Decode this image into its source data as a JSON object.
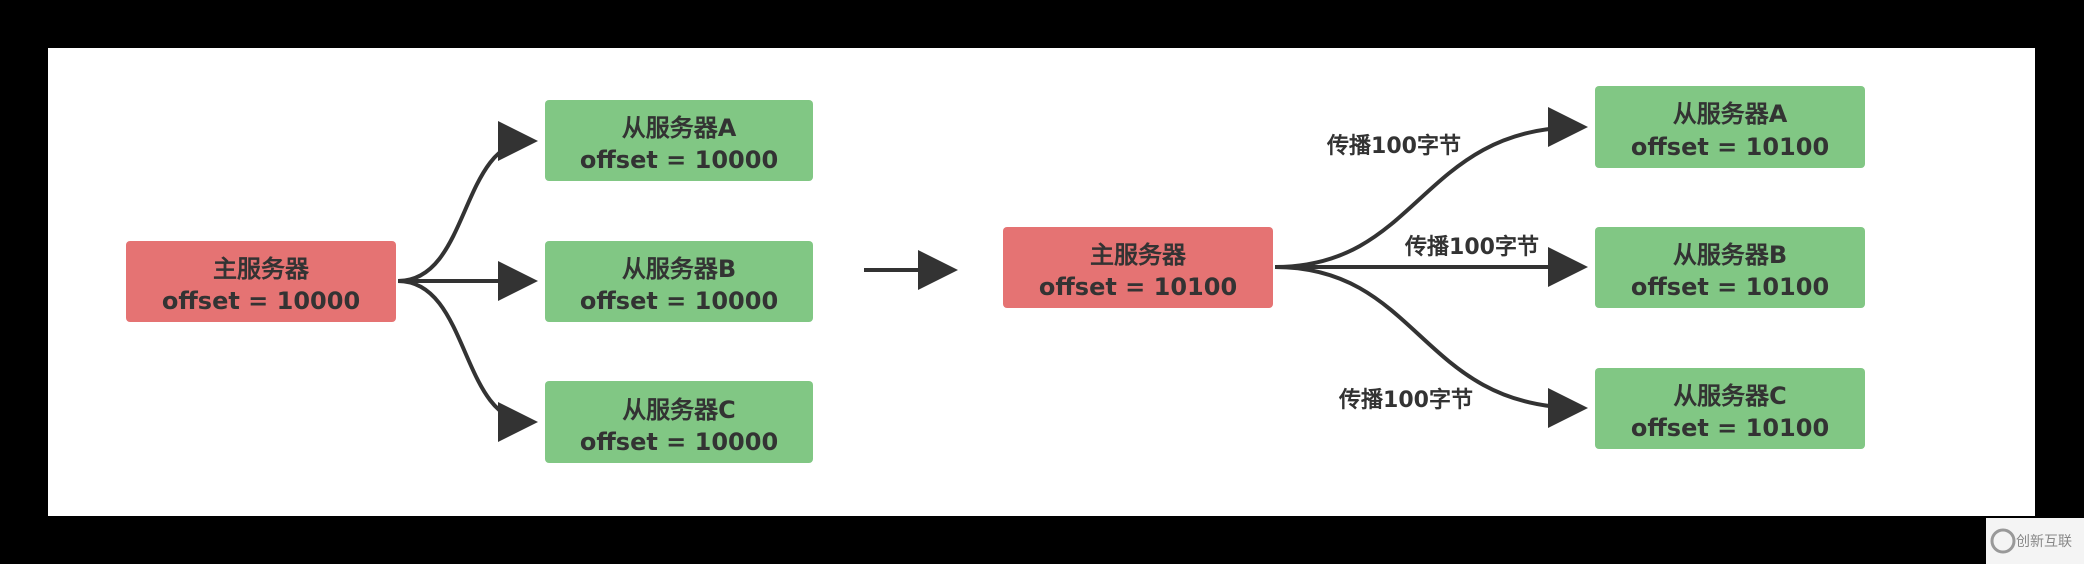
{
  "colors": {
    "master": "#e57373",
    "slave": "#81c784",
    "text": "#333333",
    "edge": "#333333",
    "background": "#ffffff"
  },
  "before": {
    "master": {
      "title": "主服务器",
      "offset": "offset = 10000"
    },
    "slaves": [
      {
        "title": "从服务器A",
        "offset": "offset = 10000"
      },
      {
        "title": "从服务器B",
        "offset": "offset = 10000"
      },
      {
        "title": "从服务器C",
        "offset": "offset = 10000"
      }
    ]
  },
  "after": {
    "master": {
      "title": "主服务器",
      "offset": "offset = 10100"
    },
    "slaves": [
      {
        "title": "从服务器A",
        "offset": "offset = 10100"
      },
      {
        "title": "从服务器B",
        "offset": "offset = 10100"
      },
      {
        "title": "从服务器C",
        "offset": "offset = 10100"
      }
    ],
    "edge_labels": [
      "传播100字节",
      "传播100字节",
      "传播100字节"
    ]
  },
  "watermark": {
    "text": "创新互联"
  }
}
